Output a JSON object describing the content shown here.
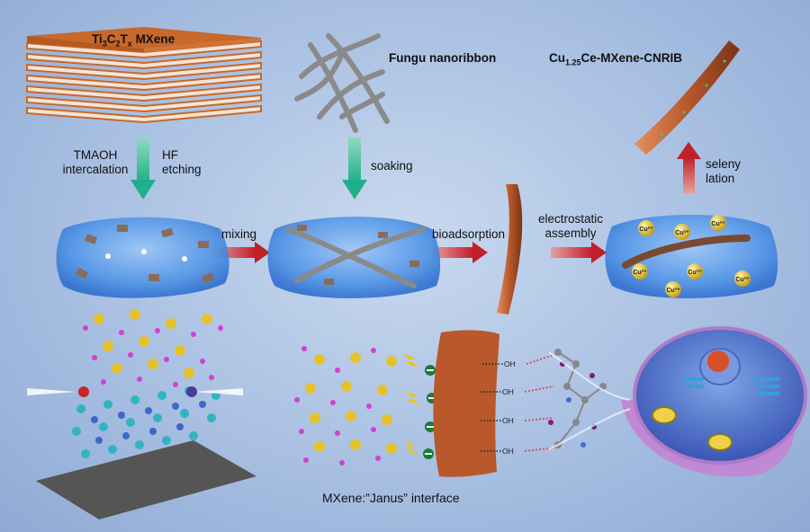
{
  "labels": {
    "mxene_a": "Ti",
    "mxene_b": "3",
    "mxene_c": "C",
    "mxene_d": "2",
    "mxene_e": "T",
    "mxene_f": "x",
    "mxene_g": " MXene",
    "fungu": "Fungu nanoribbon",
    "product_a": "Cu",
    "product_b": "1.25",
    "product_c": "Ce-MXene-CNRIB",
    "tmaoh_1": "TMAOH",
    "tmaoh_2": "intercalation",
    "hf_1": "HF",
    "hf_2": "etching",
    "soaking": "soaking",
    "mixing": "mixing",
    "bioadsorption": "bioadsorption",
    "electro_1": "electrostatic",
    "electro_2": "assembly",
    "selen_1": "seleny",
    "selen_2": "lation",
    "janus": "MXene:”Janus” interface",
    "oh": "OH",
    "cu_ion": "Cu²⁺"
  },
  "colors": {
    "background": "#a9c0e2",
    "green_arrow": "#1fb089",
    "red_arrow": "#c0202a",
    "mxene_orange": "#c8682a",
    "liquid_blue": "#4f93e6",
    "atom_yellow": "#e5c22a",
    "atom_magenta": "#d43fd1",
    "atom_teal": "#2fb5c0"
  }
}
